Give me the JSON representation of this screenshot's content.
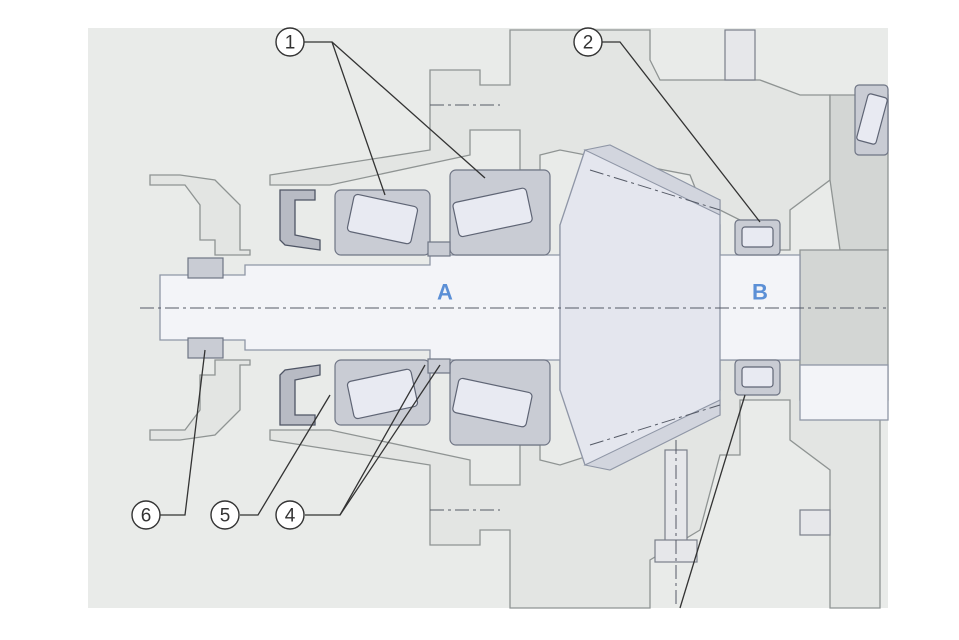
{
  "callouts": [
    {
      "id": "1",
      "label": "1"
    },
    {
      "id": "2",
      "label": "2"
    },
    {
      "id": "4",
      "label": "4"
    },
    {
      "id": "5",
      "label": "5"
    },
    {
      "id": "6",
      "label": "6"
    }
  ],
  "position_labels": {
    "a": "A",
    "b": "B"
  },
  "colors": {
    "position_label": "#5b8fd6",
    "background": "#e9ebe9"
  }
}
